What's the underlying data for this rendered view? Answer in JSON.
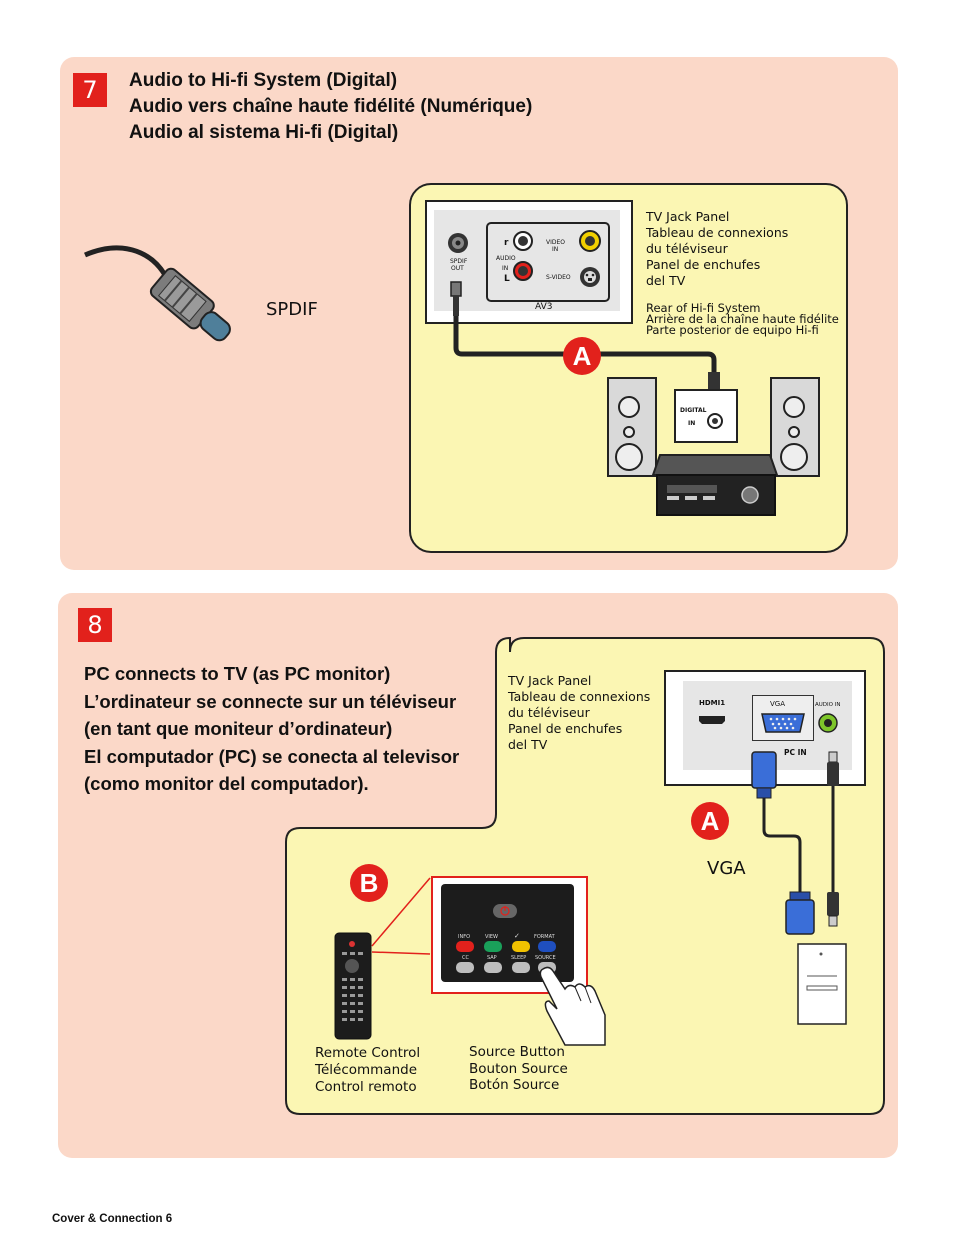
{
  "colors": {
    "panel_bg": "#fbd8c8",
    "diagram_bg": "#fbf6b3",
    "step_badge": "#e2211c"
  },
  "section7": {
    "step_number": "7",
    "headings": [
      "Audio to Hi-fi System (Digital)",
      "Audio vers chaîne haute fidélité (Numérique)",
      "Audio al sistema Hi-fi (Digital)"
    ],
    "connector_label": "SPDIF",
    "tv_jack_panel_labels": [
      "TV Jack Panel",
      "Tableau de connexions",
      "du téléviseur",
      "Panel de enchufes",
      "del TV"
    ],
    "hifi_labels": [
      "Rear of Hi-fi System",
      "Arrière de la chaîne haute fidélite",
      "Parte posterior de equipo Hi-fi"
    ],
    "jacks": {
      "spdif_out": [
        "SPDIF",
        "OUT"
      ],
      "audio": "AUDIO",
      "in": "IN",
      "l": "L",
      "r": "R",
      "video_in": [
        "VIDEO",
        "IN"
      ],
      "s_video": "S-VIDEO",
      "av3": "AV3",
      "digital_in": [
        "DIGITAL",
        "IN"
      ]
    },
    "badge_a": "A"
  },
  "section8": {
    "step_number": "8",
    "headings": [
      "PC connects to TV (as PC monitor)",
      "L’ordinateur se connecte sur un téléviseur",
      "(en tant que moniteur d’ordinateur)",
      "El computador (PC) se conecta al televisor",
      "(como monitor del computador)."
    ],
    "tv_jack_panel_labels": [
      "TV Jack Panel",
      "Tableau de connexions",
      "du téléviseur",
      "Panel de enchufes",
      "del TV"
    ],
    "jacks": {
      "hdmi1": "HDMI1",
      "vga": "VGA",
      "audio_in": "AUDIO IN",
      "pc_in": "PC IN"
    },
    "vga_label": "VGA",
    "badge_a": "A",
    "badge_b": "B",
    "remote_labels": [
      "Remote Control",
      "Télécommande",
      "Control remoto"
    ],
    "source_labels": [
      "Source Button",
      "Bouton Source",
      "Botón Source"
    ],
    "remote_buttons": {
      "row1": [
        "INFO",
        "VIEW",
        "✓",
        "FORMAT"
      ],
      "row2": [
        "CC",
        "SAP",
        "SLEEP",
        "SOURCE"
      ],
      "row1_colors": [
        "#e2211c",
        "#1aa05a",
        "#f2c200",
        "#1f4fbf"
      ]
    }
  },
  "footer": "Cover & Connection 6"
}
